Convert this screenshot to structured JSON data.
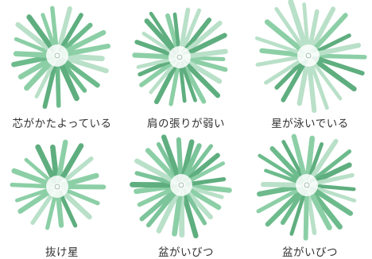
{
  "colors": {
    "green_dark": "#5fae7f",
    "green_mid": "#7cc49a",
    "green_light": "#b9e0c8",
    "green_pale": "#d6eedf"
  },
  "flowers": [
    {
      "caption": "芯がかたよっている",
      "color": "#6dbb8c",
      "flaw": "off-center-core"
    },
    {
      "caption": "肩の張りが弱い",
      "color": "#5fae7f",
      "flaw": "weak-shoulders"
    },
    {
      "caption": "星が泳いでいる",
      "color": "#b9e0c8",
      "flaw": "wandering-star"
    },
    {
      "caption": "抜け星",
      "color": "#8ccfa6",
      "flaw": "missing-star"
    },
    {
      "caption": "盆がいびつ",
      "color": "#7cc49a",
      "flaw": "distorted-tray"
    },
    {
      "caption": "盆がいびつ",
      "color": "#6dbb8c",
      "flaw": "distorted-tray"
    }
  ]
}
